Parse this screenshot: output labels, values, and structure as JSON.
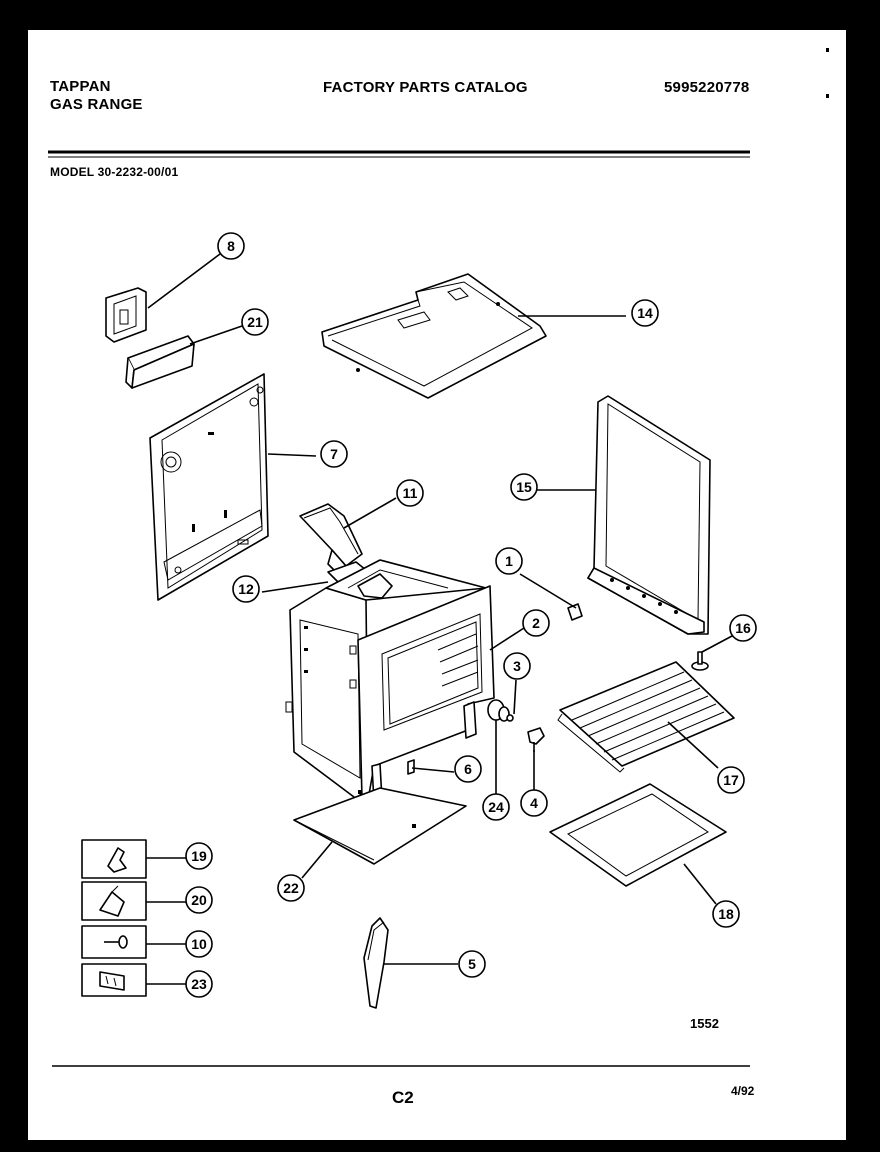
{
  "header": {
    "brand": "TAPPAN",
    "product": "GAS RANGE",
    "catalog_title": "FACTORY PARTS CATALOG",
    "catalog_number": "5995220778",
    "model_label": "MODEL 30-2232-00/01"
  },
  "diagram": {
    "illustration_number": "1552",
    "callouts": [
      "8",
      "21",
      "14",
      "7",
      "11",
      "15",
      "1",
      "12",
      "2",
      "16",
      "3",
      "6",
      "17",
      "24",
      "4",
      "19",
      "22",
      "20",
      "18",
      "10",
      "5",
      "23"
    ]
  },
  "footer": {
    "page_code": "C2",
    "date": "4/92"
  }
}
